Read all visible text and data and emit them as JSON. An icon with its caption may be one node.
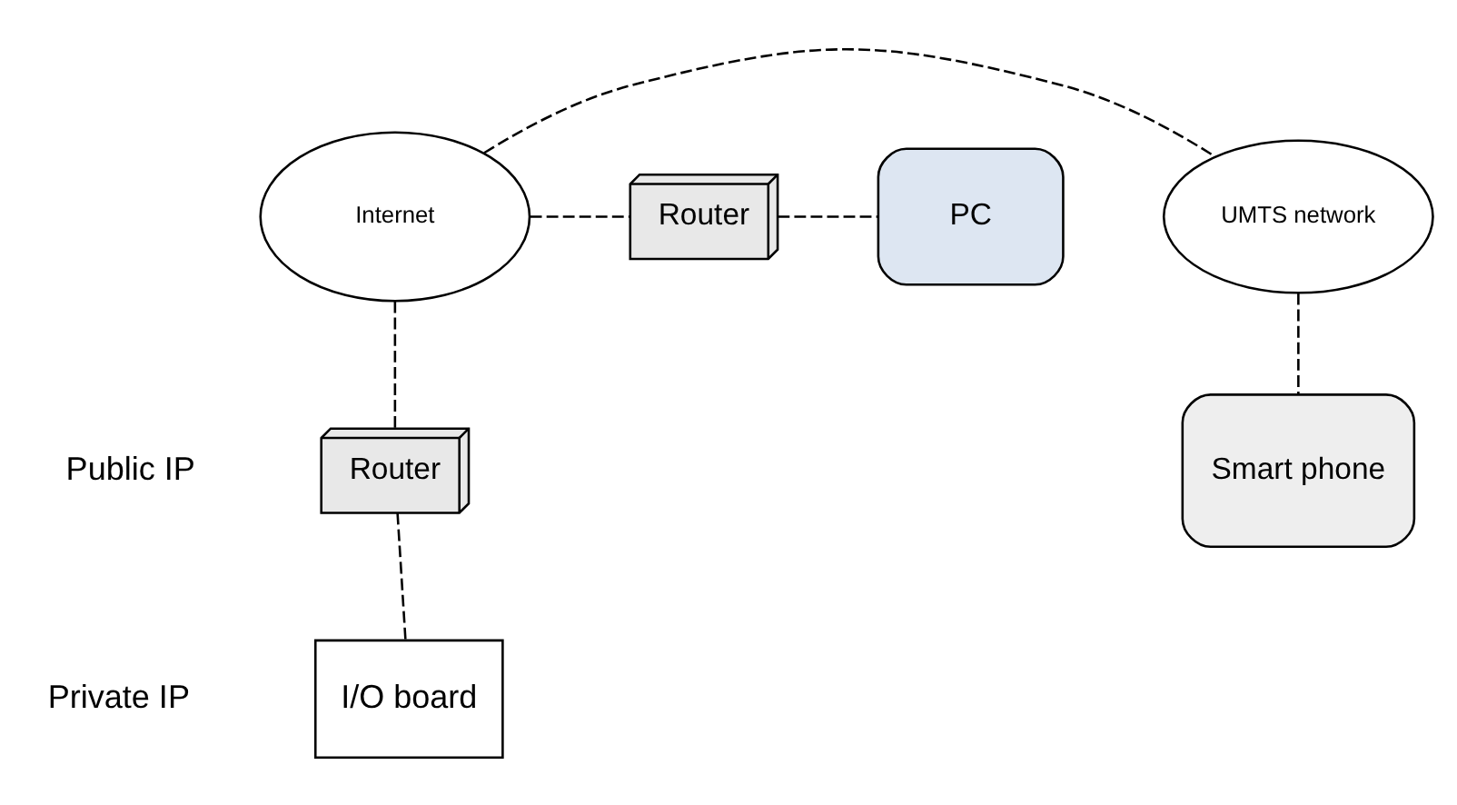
{
  "diagram": {
    "nodes": [
      {
        "text": [
          "UMTS network"
        ]
      },
      {
        "text": [
          "Internet"
        ]
      },
      {
        "text": [
          "Router"
        ]
      },
      {
        "text": [
          "PC"
        ]
      },
      {
        "text": [
          "Smart phone"
        ]
      },
      {
        "text": [
          "Router"
        ]
      },
      {
        "text": [
          "I/O board"
        ]
      }
    ],
    "edges": [
      {
        "from": 1,
        "to": 0,
        "arrow": "none",
        "style": "dashed"
      },
      {
        "from": 1,
        "to": 2,
        "arrow": "none",
        "style": "dashed"
      },
      {
        "from": 2,
        "to": 3,
        "arrow": "none",
        "style": "dashed"
      },
      {
        "from": 0,
        "to": 4,
        "arrow": "none",
        "style": "dashed"
      },
      {
        "from": 1,
        "to": 5,
        "arrow": "none",
        "style": "dashed"
      },
      {
        "from": 5,
        "to": 6,
        "arrow": "none",
        "style": "dashed"
      }
    ],
    "labels": [
      "Public IP",
      "Private IP"
    ]
  }
}
